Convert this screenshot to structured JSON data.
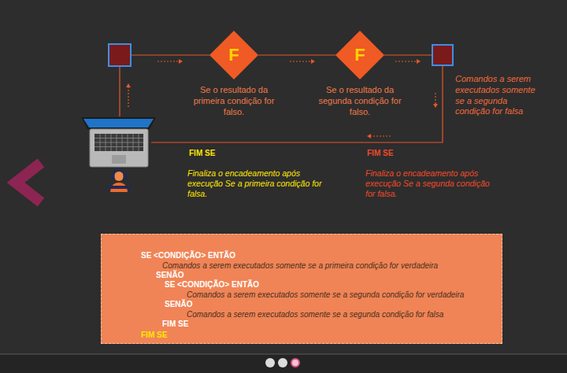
{
  "diagram": {
    "nodes": [
      {
        "text": [
          "F",
          "Se o resultado da primeira condição for falso."
        ]
      },
      {
        "text": [
          "F",
          "Se o resultado da segunda condição for falso."
        ]
      },
      {
        "text": [
          "Comandos a serem executados somente se a segunda condição for falsa"
        ]
      },
      {
        "text": [
          "SE <CONDIÇÃO> ENTÃO",
          "Comandos a serem executados somente se a primeira condição for verdadeira",
          "SENÃO",
          "SE <CONDIÇÃO> ENTÃO",
          "Comandos a serem executados somente se a segunda condição for verdadeira",
          "SENÃO",
          "Comandos a serem executados somente se a segunda condição for falsa",
          "FIM SE",
          "FIM SE"
        ]
      }
    ],
    "edges": [
      {
        "from": 0,
        "to": 1,
        "arrow": "none"
      },
      {
        "from": 1,
        "to": 2,
        "arrow": "none"
      }
    ],
    "labels": [
      "FIM SE",
      "Finaliza o encadeamento após execução Se a primeira condição for falsa.",
      "FIM SE",
      "Finaliza o encadeamento após execução Se a segunda condição for falsa."
    ]
  }
}
